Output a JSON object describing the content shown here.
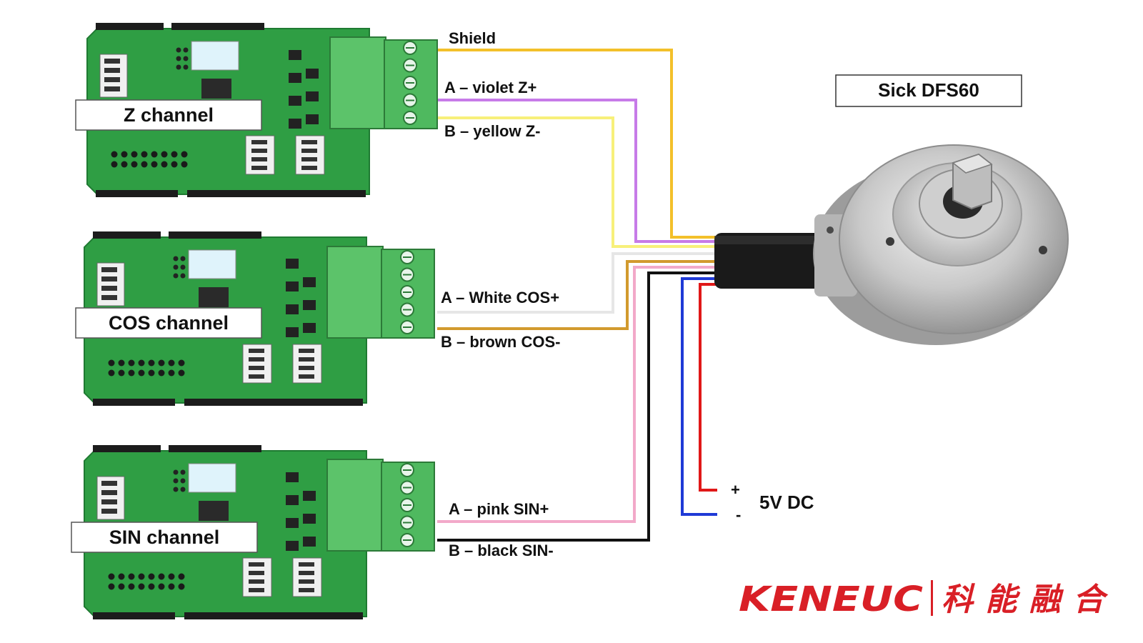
{
  "encoder": {
    "label": "Sick DFS60"
  },
  "channels": [
    {
      "label": "Z channel",
      "wire_labels": [
        "Shield",
        "A – violet Z+",
        "B – yellow Z-"
      ]
    },
    {
      "label": "COS channel",
      "wire_labels": [
        "A – White COS+",
        "B – brown COS-"
      ]
    },
    {
      "label": "SIN channel",
      "wire_labels": [
        "A – pink SIN+",
        "B – black SIN-"
      ]
    }
  ],
  "power": {
    "plus": "+",
    "minus": "-",
    "label": "5V DC"
  },
  "wire_colors": {
    "shield": "#f3c02a",
    "violet": "#c77be8",
    "yellow": "#f7f07a",
    "white": "#e6e6e6",
    "brown": "#d29a2e",
    "pink": "#f2a9c9",
    "black": "#111111",
    "blue": "#1f3ad6",
    "red": "#e01818"
  },
  "brand": {
    "latin": "KENEUC",
    "chinese": "科能融合",
    "color": "#d91f26"
  },
  "board": {
    "color": "#2f9e44",
    "terminal_color": "#5cc36a"
  }
}
